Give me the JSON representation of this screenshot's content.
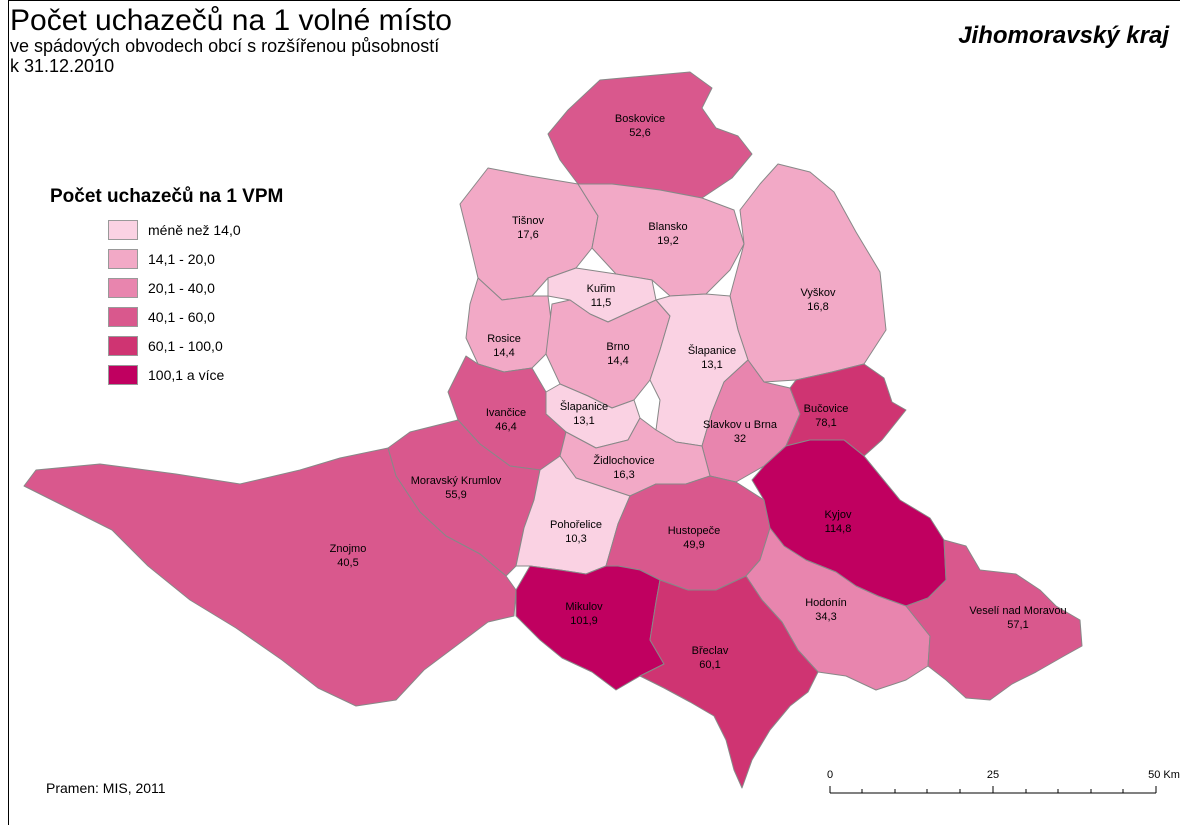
{
  "title": "Počet uchazečů na 1 volné místo",
  "subtitle": "ve spádových obvodech obcí s rozšířenou působností",
  "date": "k 31.12.2010",
  "region": "Jihomoravský kraj",
  "source": "Pramen: MIS, 2011",
  "legend": {
    "title": "Počet uchazečů na 1 VPM",
    "items": [
      {
        "label": "méně než 14,0",
        "color": "#fad2e3"
      },
      {
        "label": "14,1 - 20,0",
        "color": "#f2a9c6"
      },
      {
        "label": "20,1 - 40,0",
        "color": "#e885ae"
      },
      {
        "label": "40,1 - 60,0",
        "color": "#d9588d"
      },
      {
        "label": "60,1 - 100,0",
        "color": "#cf3472"
      },
      {
        "label": "100,1 a více",
        "color": "#c00060"
      }
    ]
  },
  "districts": [
    {
      "name": "Boskovice",
      "value": "52,6"
    },
    {
      "name": "Tišnov",
      "value": "17,6"
    },
    {
      "name": "Blansko",
      "value": "19,2"
    },
    {
      "name": "Kuřim",
      "value": "11,5"
    },
    {
      "name": "Vyškov",
      "value": "16,8"
    },
    {
      "name": "Rosice",
      "value": "14,4"
    },
    {
      "name": "Brno",
      "value": "14,4"
    },
    {
      "name": "Šlapanice",
      "value": "13,1"
    },
    {
      "name": "Šlapanice",
      "value": "13,1"
    },
    {
      "name": "Ivančice",
      "value": "46,4"
    },
    {
      "name": "Slavkov u Brna",
      "value": "32"
    },
    {
      "name": "Bučovice",
      "value": "78,1"
    },
    {
      "name": "Židlochovice",
      "value": "16,3"
    },
    {
      "name": "Moravský Krumlov",
      "value": "55,9"
    },
    {
      "name": "Pohořelice",
      "value": "10,3"
    },
    {
      "name": "Hustopeče",
      "value": "49,9"
    },
    {
      "name": "Kyjov",
      "value": "114,8"
    },
    {
      "name": "Znojmo",
      "value": "40,5"
    },
    {
      "name": "Mikulov",
      "value": "101,9"
    },
    {
      "name": "Hodonín",
      "value": "34,3"
    },
    {
      "name": "Veselí nad Moravou",
      "value": "57,1"
    },
    {
      "name": "Břeclav",
      "value": "60,1"
    }
  ],
  "scale": {
    "labels": [
      "0",
      "25",
      "50 Km"
    ]
  }
}
